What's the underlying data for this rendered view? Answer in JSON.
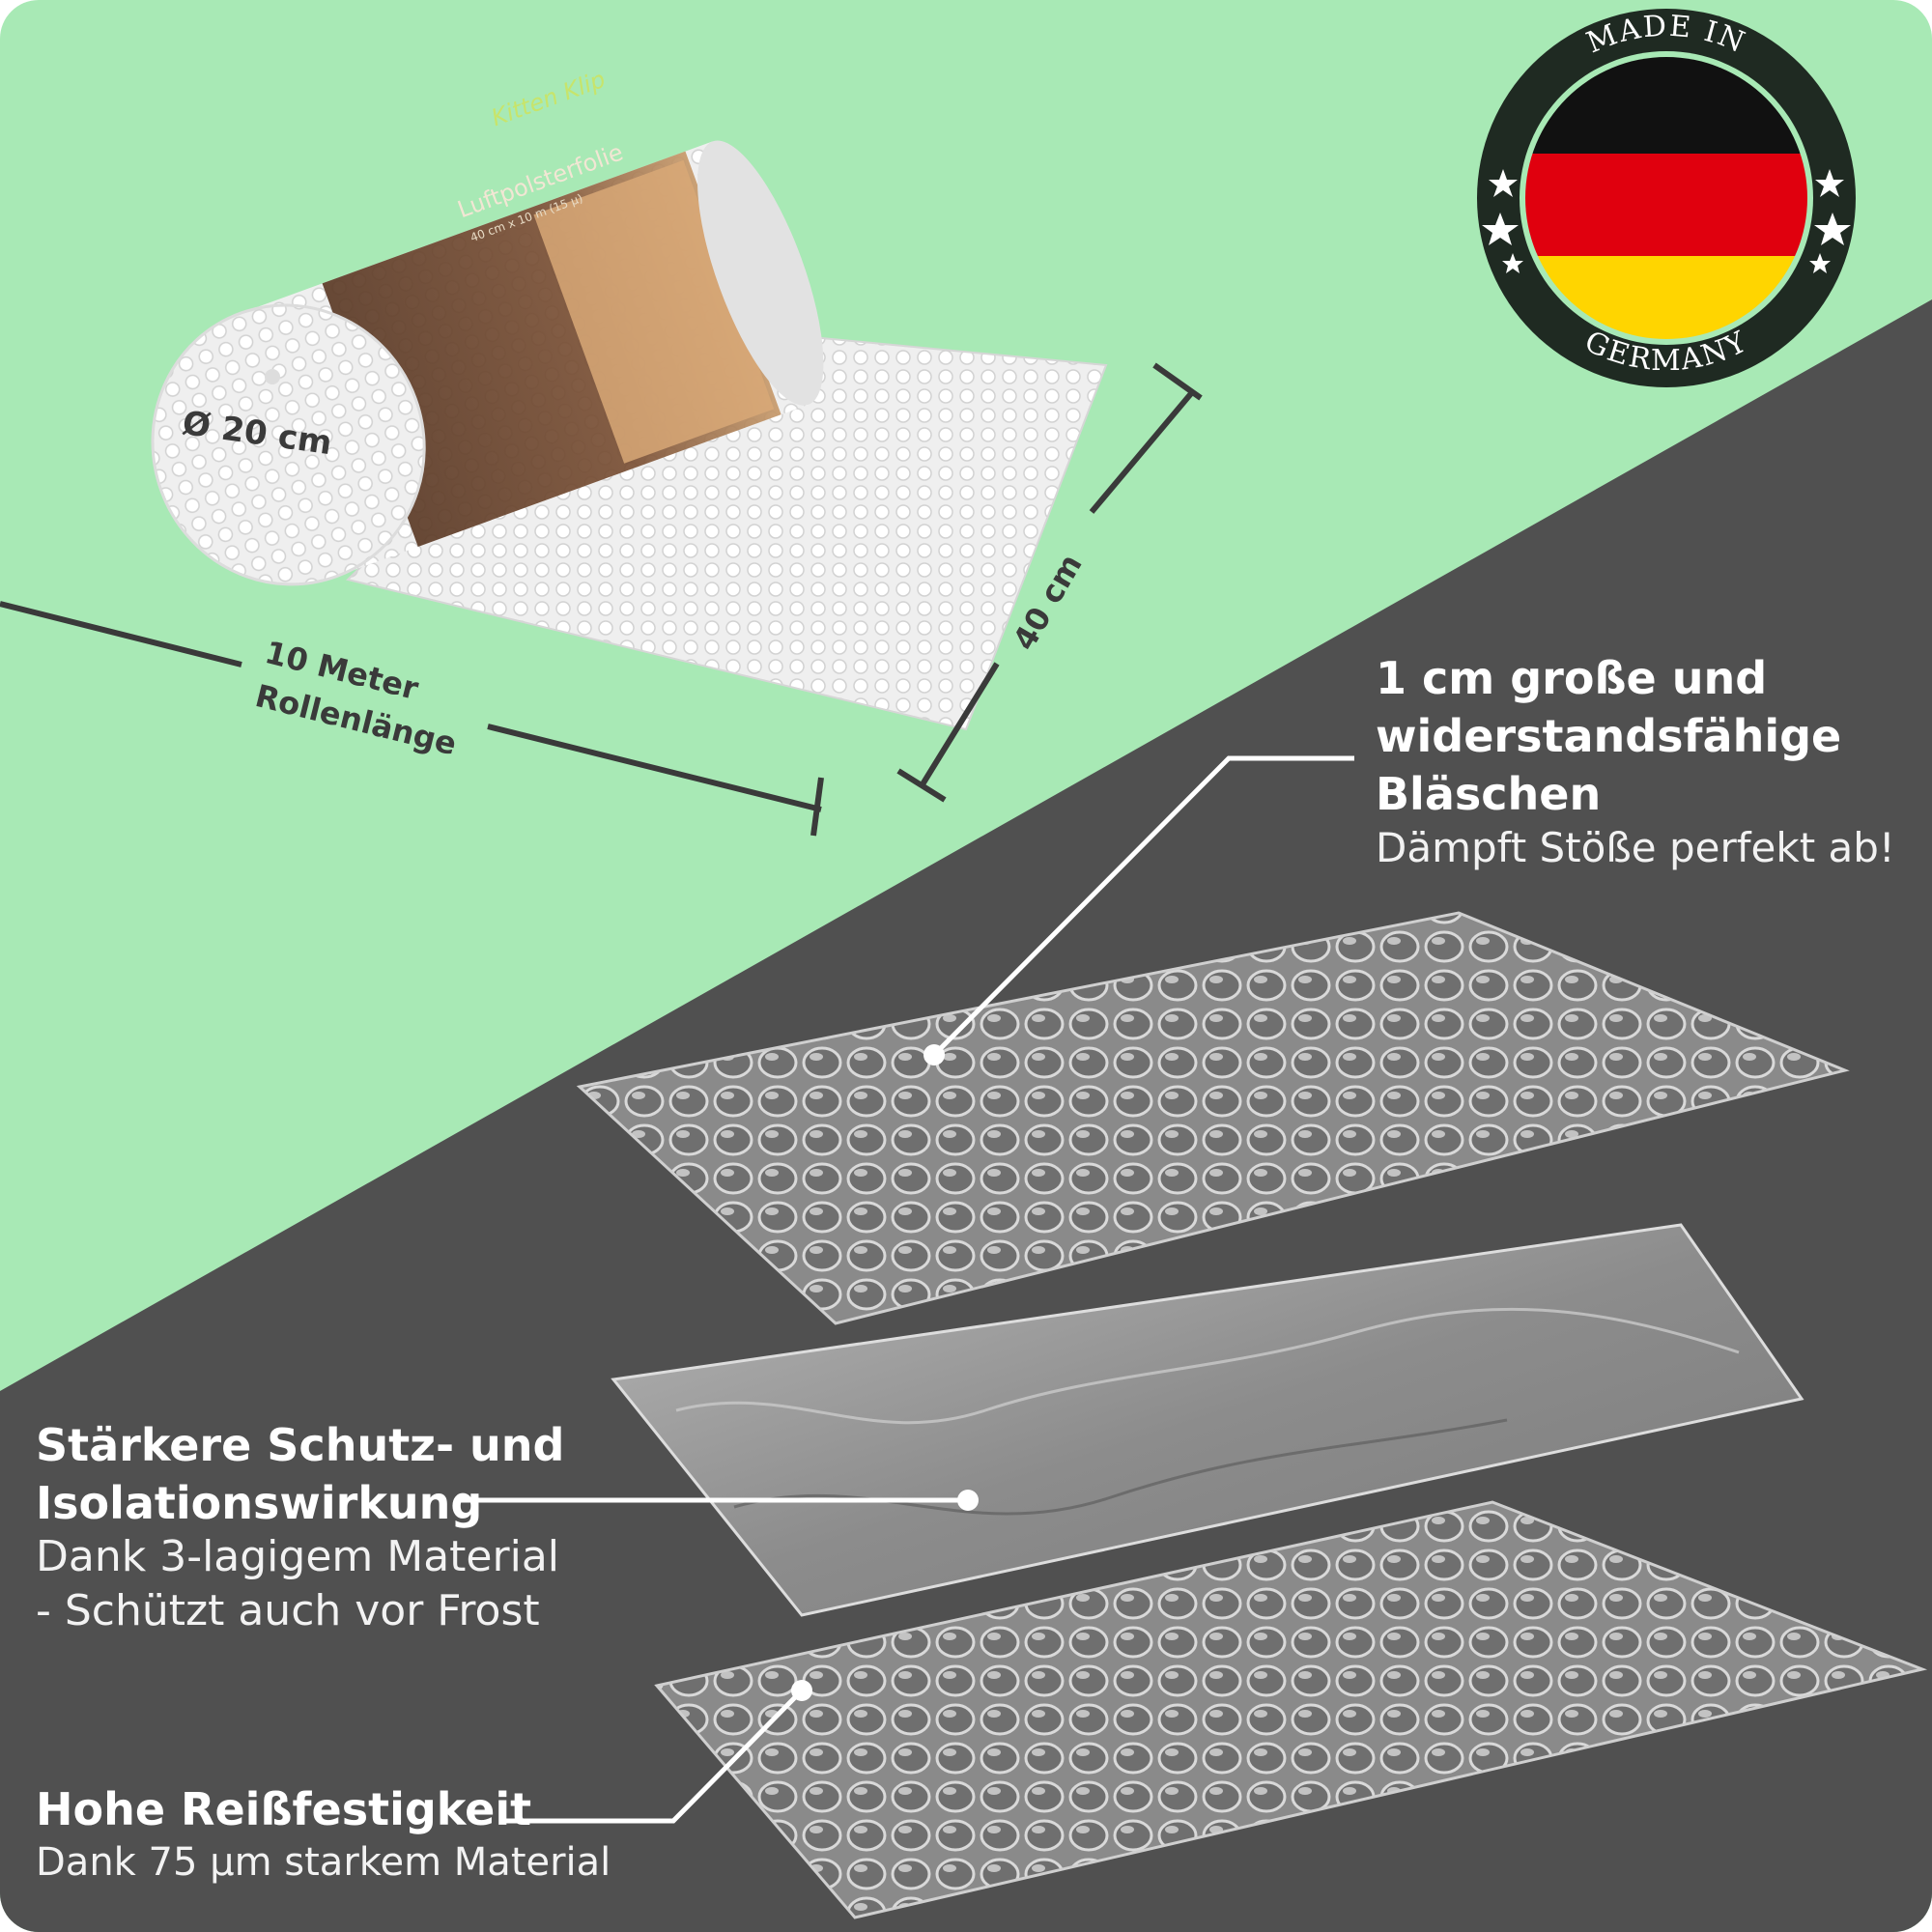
{
  "colors": {
    "background_green": "#a8e9b5",
    "background_dark": "#505050",
    "flag_black": "#111111",
    "flag_red": "#e0000e",
    "flag_gold": "#ffd500",
    "badge_ring": "#1f2a22",
    "line": "#ffffff"
  },
  "product": {
    "label_brand": "Kitten Klip",
    "label_name": "Luftpolsterfolie",
    "label_size": "40 cm x 10 m (15 µ)",
    "diameter": "Ø 20 cm",
    "width": "40 cm",
    "length_line1": "10 Meter",
    "length_line2": "Rollenlänge"
  },
  "badge": {
    "top_text": "MADE IN",
    "bottom_text": "GERMANY",
    "stars_icon": "star-icon",
    "flag_icon": "german-flag-icon"
  },
  "features": [
    {
      "title_lines": [
        "1 cm große und",
        "widerstandsfähige",
        "Bläschen"
      ],
      "subtitle_lines": [
        "Dämpft Stöße perfekt ab!"
      ]
    },
    {
      "title_lines": [
        "Stärkere Schutz- und",
        "Isolationswirkung"
      ],
      "subtitle_lines": [
        "Dank 3-lagigem Material",
        "- Schützt auch vor Frost"
      ]
    },
    {
      "title_lines": [
        "Hohe Reißfestigkeit"
      ],
      "subtitle_lines": [
        "Dank 75 µm starkem Material"
      ]
    }
  ]
}
